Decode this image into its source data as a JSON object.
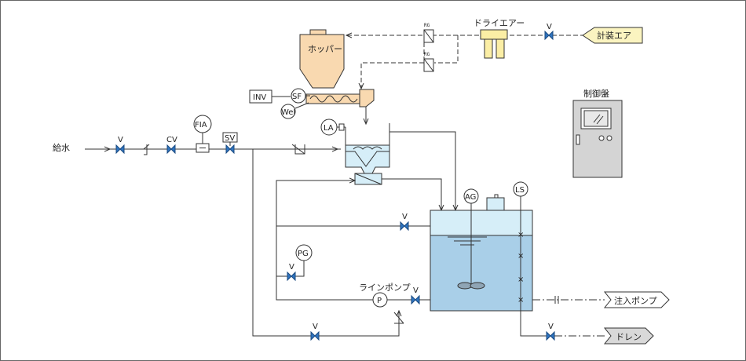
{
  "labels": {
    "feed_water": "給水",
    "hopper": "ホッパー",
    "dry_air": "ドライエアー",
    "instrument_air": "計装エア",
    "control_panel": "制御盤",
    "line_pump": "ラインポンプ",
    "injection_pump": "注入ポンプ",
    "drain": "ドレン"
  },
  "instruments": {
    "fia": "FIA",
    "la": "LA",
    "ag": "AG",
    "ls": "LS",
    "pg": "PG",
    "sf": "SF",
    "wei": "WeI",
    "inv": "INV",
    "sv": "SV",
    "cv": "CV",
    "rg": "RG",
    "valve": "V",
    "pump": "P"
  },
  "colors": {
    "line": "#333333",
    "hopper_fill": "#f9d9b0",
    "tank_top": "#d6eef8",
    "tank_liquid": "#a9cfe8",
    "panel": "#d4d4d4",
    "tag_fill": "#fbf4c0",
    "valve_fill": "#2f74c0",
    "filter_fill": "#fbeea5",
    "drain_fill": "#d9d9d9"
  }
}
